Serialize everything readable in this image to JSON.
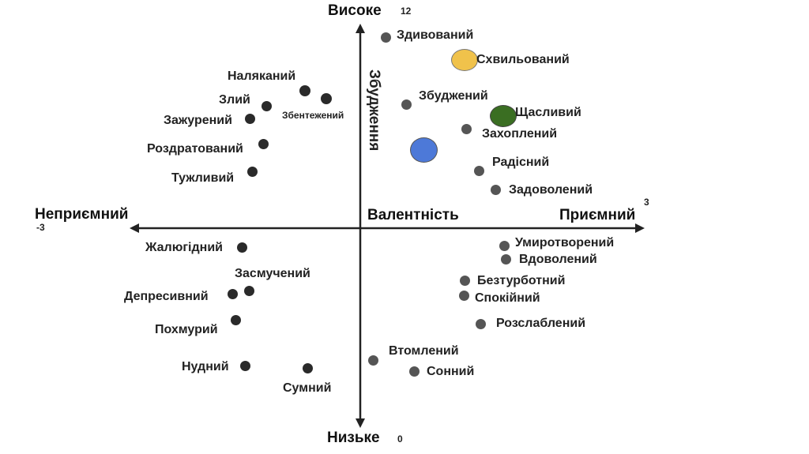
{
  "axes": {
    "top": "Високе",
    "top_value": "12",
    "bottom": "Низьке",
    "bottom_value": "0",
    "left": "Неприємний",
    "left_value": "-3",
    "right": "Приємний",
    "right_value": "3",
    "vertical": "Збудження",
    "horizontal": "Валентність"
  },
  "emotions": [
    "Здивований",
    "Схвильований",
    "Наляканий",
    "Злий",
    "Збентежений",
    "Збуджений",
    "Щасливий",
    "Зажурений",
    "Захоплений",
    "Роздратований",
    "Радісний",
    "Тужливий",
    "Задоволений",
    "Умиротворений",
    "Жалюгідний",
    "Вдоволений",
    "Засмучений",
    "Безтурботний",
    "Депресивний",
    "Спокійний",
    "Розслаблений",
    "Похмурий",
    "Втомлений",
    "Нудний",
    "Сонний",
    "Сумний"
  ],
  "colors": {
    "axis": "#222222",
    "dot_dark": "#2a2a2a",
    "dot_grey": "#555555",
    "excited_marker": "#f0c24b",
    "happy_marker": "#3a6e22",
    "blue_marker": "#4d79d8"
  }
}
